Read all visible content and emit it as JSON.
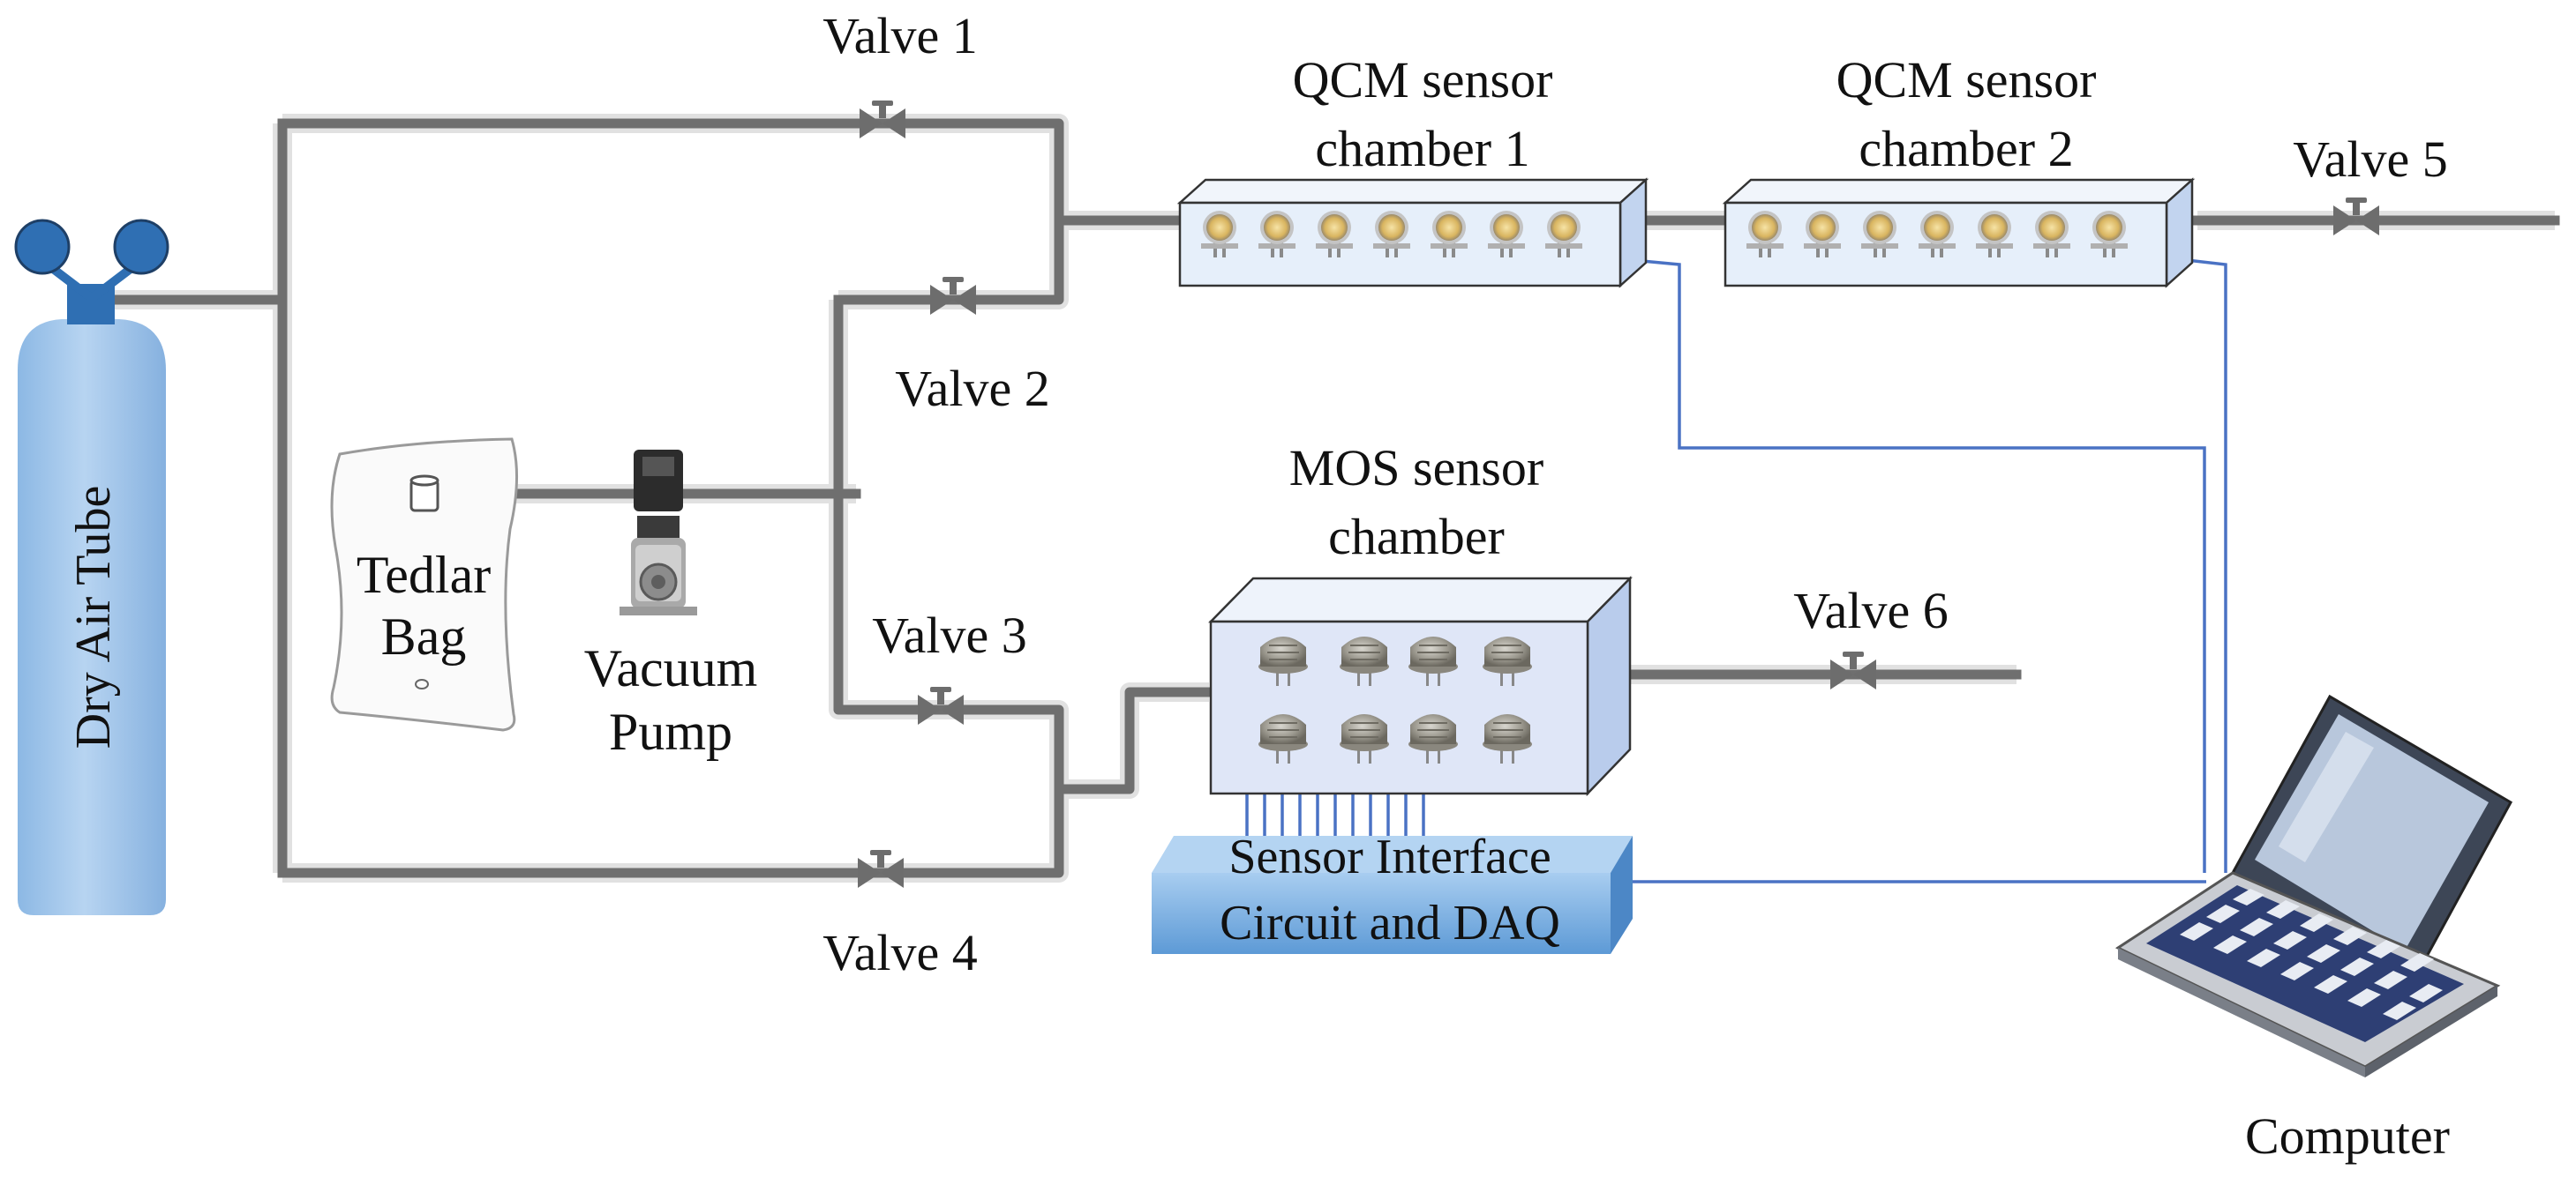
{
  "cylinder": {
    "label": "Dry Air Tube"
  },
  "bag": {
    "label_line1": "Tedlar",
    "label_line2": "Bag"
  },
  "pump": {
    "label_line1": "Vacuum",
    "label_line2": "Pump"
  },
  "valves": {
    "v1": "Valve 1",
    "v2": "Valve 2",
    "v3": "Valve 3",
    "v4": "Valve 4",
    "v5": "Valve 5",
    "v6": "Valve 6"
  },
  "qcm1": {
    "line1": "QCM sensor",
    "line2": "chamber 1"
  },
  "qcm2": {
    "line1": "QCM sensor",
    "line2": "chamber 2"
  },
  "mos": {
    "line1": "MOS sensor",
    "line2": "chamber"
  },
  "daq": {
    "line1": "Sensor Interface",
    "line2": "Circuit and DAQ"
  },
  "computer": {
    "label": "Computer"
  },
  "colors": {
    "pipe": "#6f6f6f",
    "cylinder": "#9ec3ea",
    "cylinder_head": "#2f6fb3",
    "chamber_face": "#e6effa",
    "daq_box": "#79afe0",
    "wire": "#4a72c4"
  }
}
